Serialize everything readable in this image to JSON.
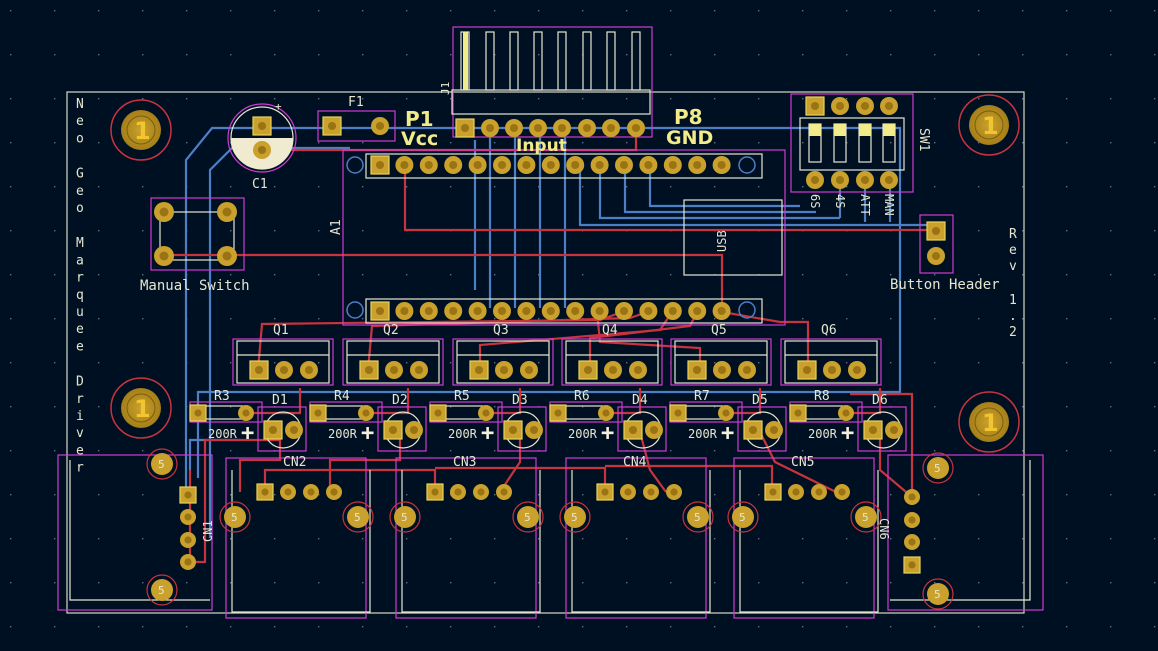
{
  "colors": {
    "background": "#001023",
    "board_outline": "#d9d9c4",
    "copper_front": "#c8343d",
    "copper_back": "#4d7fc4",
    "courtyard": "#d23ad2",
    "pad": "#c9a12c",
    "pad_hole": "#9a7414",
    "silkscreen": "#e6e6d0",
    "header_label": "#f2eb8a"
  },
  "board": {
    "title": "Neo Geo Marquee Driver",
    "revision": "Rev 1.2"
  },
  "header_pins": {
    "p1_label": "P1",
    "vcc_label": "Vcc",
    "input_label": "Input",
    "p8_label": "P8",
    "gnd_label": "GND"
  },
  "mounting_holes": {
    "main_label": "1",
    "small_label": "5"
  },
  "components": {
    "j1": "J1",
    "f1": "F1",
    "c1": "C1",
    "a1": "A1",
    "sw1": "SW1",
    "usb": "USB",
    "manual_switch": "Manual Switch",
    "button_header": "Button Header",
    "transistors": [
      "Q1",
      "Q2",
      "Q3",
      "Q4",
      "Q5",
      "Q6"
    ],
    "resistors": [
      "R3",
      "R4",
      "R5",
      "R6",
      "R7",
      "R8"
    ],
    "resistor_value": "200R",
    "leds": [
      "D1",
      "D2",
      "D3",
      "D4",
      "D5",
      "D6"
    ],
    "connectors": [
      "CN1",
      "CN2",
      "CN3",
      "CN4",
      "CN5",
      "CN6"
    ],
    "dip_labels": [
      "6S",
      "4S",
      "ATT",
      "MAN"
    ]
  }
}
